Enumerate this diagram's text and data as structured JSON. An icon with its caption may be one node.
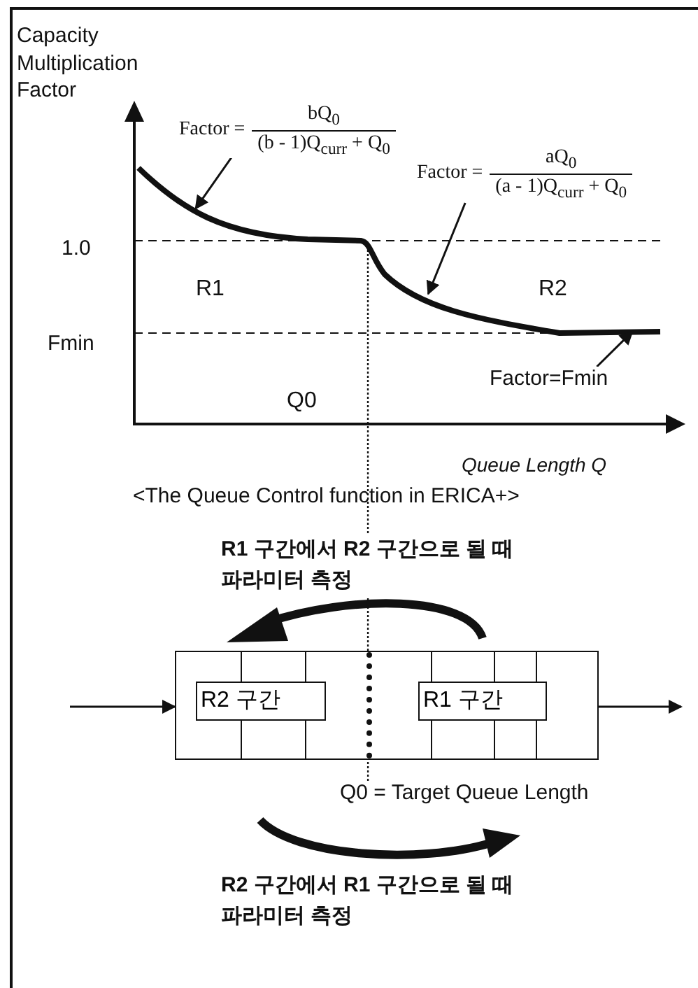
{
  "diagram": {
    "nodes": [
      {
        "text": [
          "Factor =",
          "bQ$_{0}$",
          "(b - 1)Q$_{curr}$ + Q$_{0}$"
        ]
      },
      {
        "text": [],
        "shape": "curve"
      },
      {
        "text": [
          "Factor =",
          "aQ$_{0}$",
          "(a - 1)Q$_{curr}$ + Q$_{0}$"
        ]
      },
      {
        "text": [
          "Factor=Fmin"
        ]
      },
      {
        "text": [],
        "shape": "box"
      },
      {
        "text": [
          "R2 구간"
        ],
        "in": 4
      },
      {
        "text": [
          "R1 구간"
        ],
        "in": 4
      },
      {
        "text": [
          "Q0 = Target Queue Length"
        ]
      }
    ],
    "edges": [
      {
        "from": 0,
        "to": 1,
        "arrow": "to"
      },
      {
        "from": 2,
        "to": 1,
        "arrow": "to"
      },
      {
        "from": 3,
        "to": 1,
        "arrow": "to"
      },
      {
        "from": null,
        "to": 4,
        "arrow": "to"
      },
      {
        "from": 4,
        "to": null,
        "arrow": "to"
      },
      {
        "from": 7,
        "to": 1,
        "arrow": "none",
        "style": "dashed"
      }
    ],
    "labels": [
      "Capacity Multiplication Factor",
      "1.0",
      "R1",
      "R2",
      "Fmin",
      "Q0",
      "Queue Length Q",
      "<The Queue Control function in ERICA+>",
      "R1 구간에서 R2 구간으로 될 때 파라미터 측정",
      "R2 구간에서 R1 구간으로 될 때 파라미터 측정"
    ]
  }
}
